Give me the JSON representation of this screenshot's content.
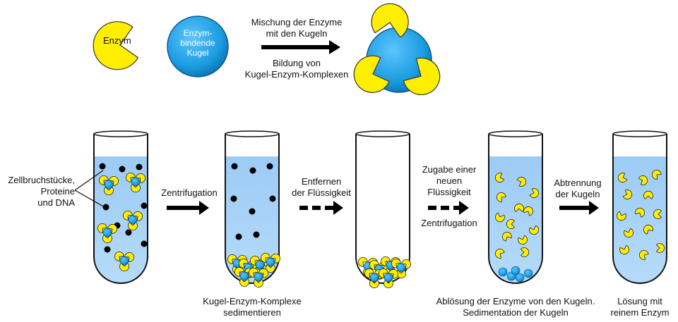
{
  "legend": {
    "enzyme_label": "Enzym",
    "bead_label": [
      "Enzym-",
      "bindende",
      "Kugel"
    ]
  },
  "mixing": {
    "top": [
      "Mischung der Enzyme",
      "mit den Kugeln"
    ],
    "bottom": [
      "Bildung von",
      "Kugel-Enzym-Komplexen"
    ]
  },
  "annotations": {
    "debris": [
      "Zellbruchstücke,",
      "Proteine",
      "und DNA"
    ]
  },
  "steps": [
    {
      "label": [
        "Zentrifugation"
      ],
      "arrow": "solid"
    },
    {
      "label": [
        "Entfernen",
        "der Flüssigkeit"
      ],
      "arrow": "dashed"
    },
    {
      "label_top": [
        "Zugabe einer",
        "neuen",
        "Flüssigkeit"
      ],
      "label_bottom": [
        "Zentrifugation"
      ],
      "arrow": "dashed"
    },
    {
      "label": [
        "Abtrennung",
        "der Kugeln"
      ],
      "arrow": "solid"
    }
  ],
  "tube_captions": {
    "tube2": [
      "Kugel-Enzym-Komplexe",
      "sedimentieren"
    ],
    "tube4": [
      "Ablösung der Enzyme von den Kugeln.",
      "Sedimentation der Kugeln"
    ],
    "tube5": [
      "Lösung mit",
      "reinem Enzym"
    ]
  },
  "colors": {
    "enzyme": "#ffee00",
    "bead": "#1a9be0",
    "liquid": "#a9d3f7",
    "debris": "#000000"
  }
}
